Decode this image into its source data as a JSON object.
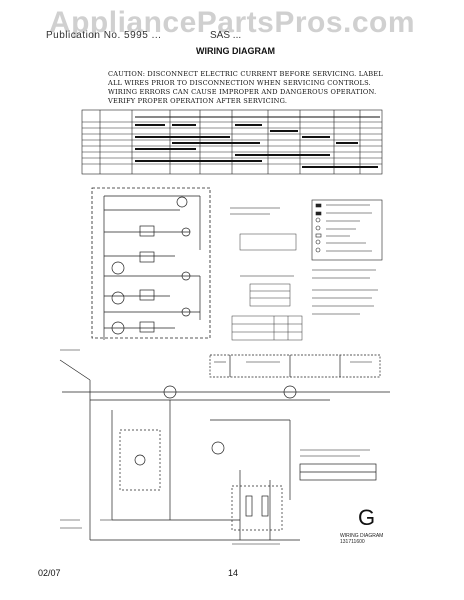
{
  "header": {
    "left_text": "Publication No. 5995 ...",
    "right_text": "SAS ...",
    "watermark": "AppliancePartsPros.com"
  },
  "page_title": "WIRING DIAGRAM",
  "caution_lines": [
    "CAUTION: DISCONNECT ELECTRIC CURRENT BEFORE SERVICING. LABEL",
    "ALL WIRES PRIOR TO DISCONNECTION WHEN SERVICING CONTROLS.",
    "WIRING ERRORS CAN CAUSE IMPROPER AND DANGEROUS OPERATION.",
    "VERIFY PROPER OPERATION AFTER SERVICING."
  ],
  "diagram": {
    "letter": "G",
    "part_number_lines": [
      "WIRING DIAGRAM",
      "131711600"
    ]
  },
  "footer": {
    "date": "02/07",
    "page_number": "14"
  }
}
